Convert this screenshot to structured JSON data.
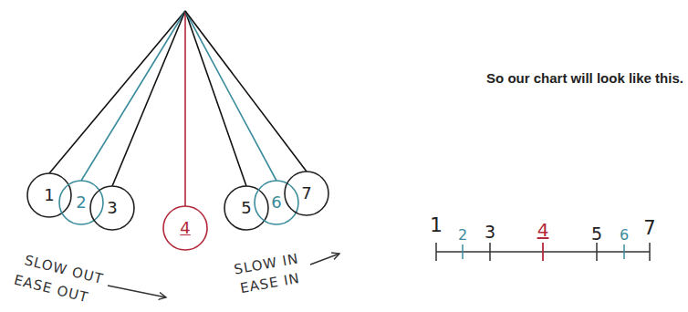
{
  "diagram": {
    "nodes": [
      {
        "text": [
          "1"
        ]
      },
      {
        "text": [
          "2"
        ]
      },
      {
        "text": [
          "3"
        ]
      },
      {
        "text": [
          "4"
        ]
      },
      {
        "text": [
          "5"
        ]
      },
      {
        "text": [
          "6"
        ]
      },
      {
        "text": [
          "7"
        ]
      }
    ],
    "labels": [
      "So our chart will look like this.",
      "SLOW OUT",
      "EASE OUT",
      "SLOW IN",
      "EASE IN",
      "1",
      "2",
      "3",
      "4",
      "5",
      "6",
      "7"
    ]
  }
}
